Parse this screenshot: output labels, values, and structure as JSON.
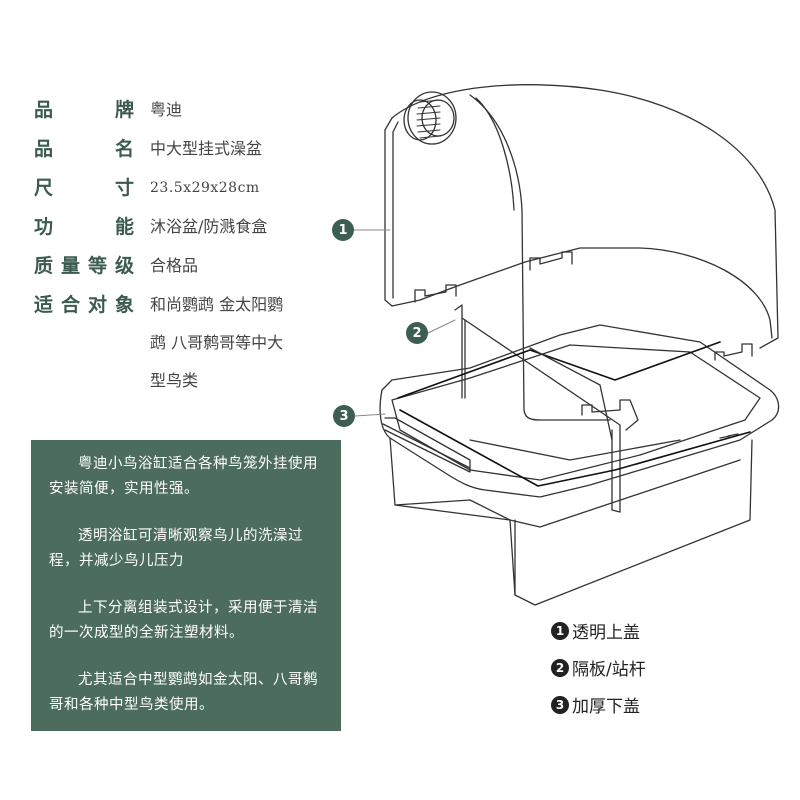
{
  "specs": [
    {
      "label_chars": [
        "品",
        "牌"
      ],
      "value": "粤迪"
    },
    {
      "label_chars": [
        "品",
        "名"
      ],
      "value": "中大型挂式澡盆"
    },
    {
      "label_chars": [
        "尺",
        "寸"
      ],
      "value": "23.5x29x28cm"
    },
    {
      "label_chars": [
        "功",
        "能"
      ],
      "value": "沐浴盆/防溅食盒"
    },
    {
      "label_chars": [
        "质",
        "量",
        "等",
        "级"
      ],
      "value": "合格品"
    },
    {
      "label_chars": [
        "适",
        "合",
        "对",
        "象"
      ],
      "value_lines": [
        "和尚鹦鹉 金太阳鹦",
        "鹉 八哥鹩哥等中大",
        "型鸟类"
      ]
    }
  ],
  "description": [
    "粤迪小鸟浴缸适合各种鸟笼外挂使用 安装简便，实用性强。",
    "透明浴缸可清晰观察鸟儿的洗澡过程，并减少鸟儿压力",
    "上下分离组装式设计，采用便于清洁的一次成型的全新注塑材料。",
    "尤其适合中型鹦鹉如金太阳、八哥鹩哥和各种中型鸟类使用。"
  ],
  "callouts": [
    "1",
    "2",
    "3"
  ],
  "legend": [
    {
      "num": "1",
      "label": "透明上盖"
    },
    {
      "num": "2",
      "label": "隔板/站杆"
    },
    {
      "num": "3",
      "label": "加厚下盖"
    }
  ],
  "colors": {
    "brand_green": "#4c6c5e",
    "label_green": "#3b5b50",
    "outline": "#333333"
  }
}
